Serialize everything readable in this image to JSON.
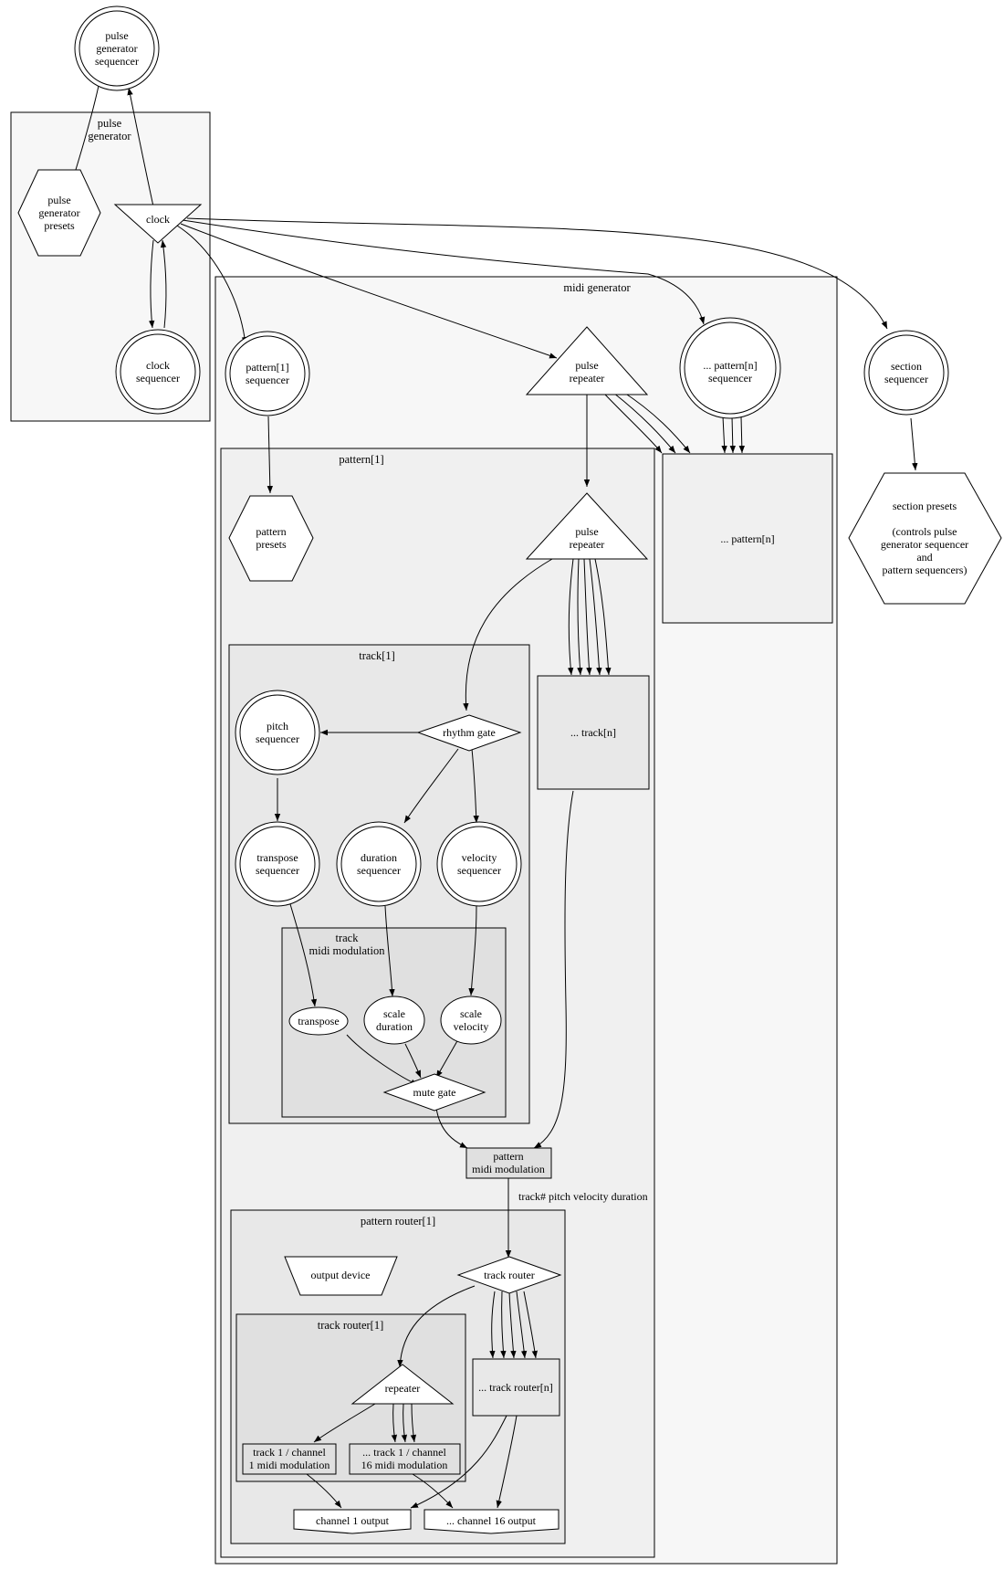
{
  "clusters": {
    "pulse_generator": "pulse generator",
    "midi_generator": "midi generator",
    "pattern_1": "pattern[1]",
    "track_1": "track[1]",
    "track_midi_modulation": "track midi modulation",
    "pattern_router_1": "pattern router[1]",
    "track_router_1": "track router[1]"
  },
  "nodes": {
    "pulse_generator_sequencer": "pulse generator sequencer",
    "pulse_generator_presets": "pulse generator presets",
    "clock": "clock",
    "clock_sequencer": "clock sequencer",
    "pattern_1_sequencer": "pattern[1] sequencer",
    "pulse_repeater_top": "pulse repeater",
    "pattern_n_sequencer": "... pattern[n] sequencer",
    "section_sequencer": "section sequencer",
    "pattern_n": "... pattern[n]",
    "section_presets": "section presets\n\n(controls pulse\ngenerator sequencer\nand\npattern sequencers)",
    "pattern_presets": "pattern presets",
    "pulse_repeater_inner": "pulse repeater",
    "rhythm_gate": "rhythm gate",
    "pitch_sequencer": "pitch sequencer",
    "track_n": "... track[n]",
    "transpose_sequencer": "transpose sequencer",
    "duration_sequencer": "duration sequencer",
    "velocity_sequencer": "velocity sequencer",
    "transpose": "transpose",
    "scale_duration": "scale duration",
    "scale_velocity": "scale velocity",
    "mute_gate": "mute gate",
    "pattern_midi_modulation": "pattern midi modulation",
    "output_device": "output device",
    "track_router": "track router",
    "track_router_n": "... track router[n]",
    "repeater": "repeater",
    "track1_channel1_mod": "track 1 / channel 1 midi modulation",
    "track1_channel16_mod": "... track 1 / channel 16 midi modulation",
    "channel_1_output": "channel 1 output",
    "channel_16_output": "... channel 16 output"
  },
  "edge_labels": {
    "pattern_midi_to_router": "track# pitch velocity duration"
  }
}
